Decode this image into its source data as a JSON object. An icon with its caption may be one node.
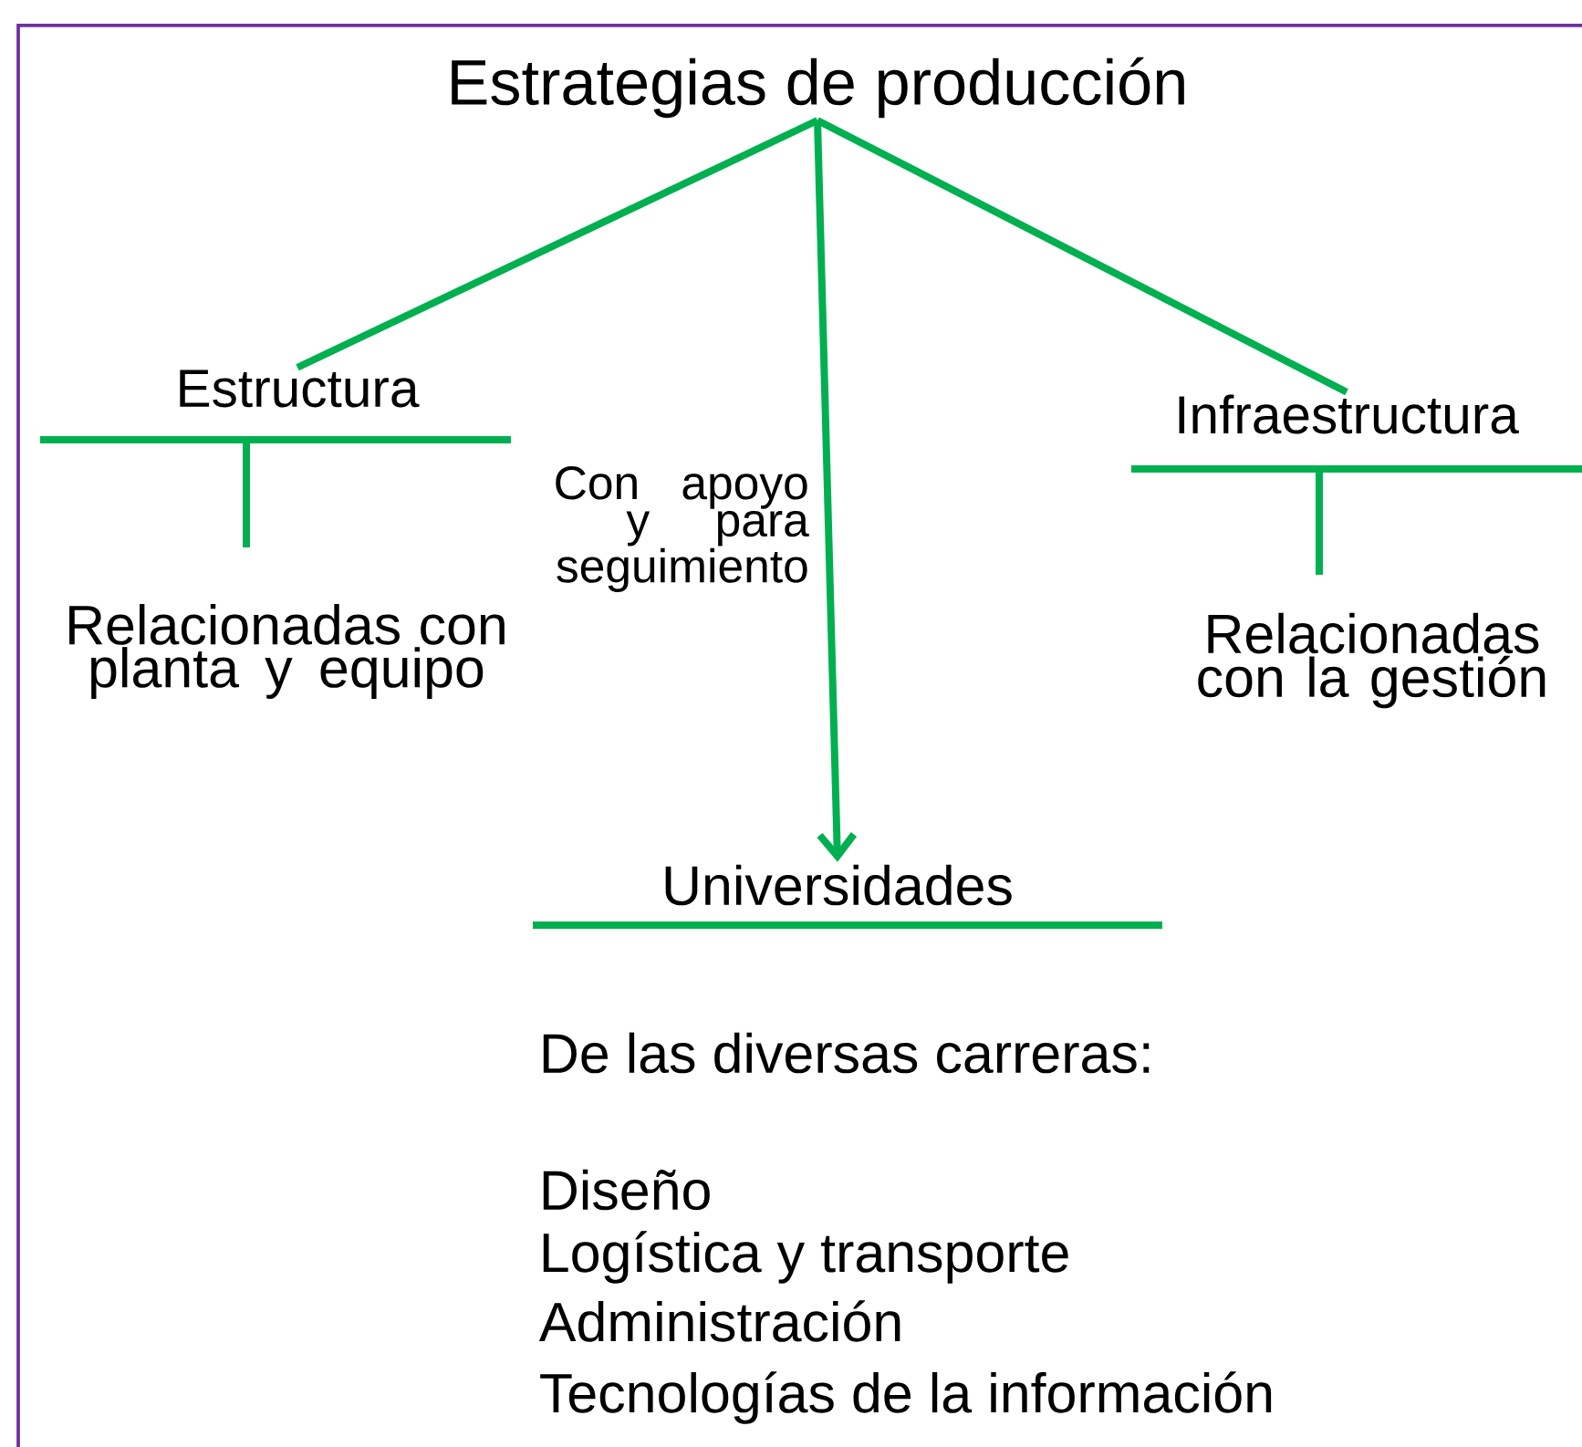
{
  "diagram": {
    "nodes": [
      {
        "text": [
          "Estrategias de producción"
        ]
      },
      {
        "text": [
          "Estructura",
          "Relacionadas con planta y equipo"
        ]
      },
      {
        "text": [
          "Infraestructura",
          "Relacionadas con la gestión"
        ]
      },
      {
        "text": [
          "Universidades",
          "De las diversas carreras:",
          "Diseño",
          "Logística y transporte",
          "Administración",
          "Tecnologías de la información"
        ]
      }
    ],
    "edges": [
      {
        "from": 0,
        "to": 1,
        "arrow": "none"
      },
      {
        "from": 0,
        "to": 3,
        "arrow": "to",
        "label": "Con apoyo y para seguimiento"
      },
      {
        "from": 0,
        "to": 2,
        "arrow": "none"
      }
    ]
  }
}
